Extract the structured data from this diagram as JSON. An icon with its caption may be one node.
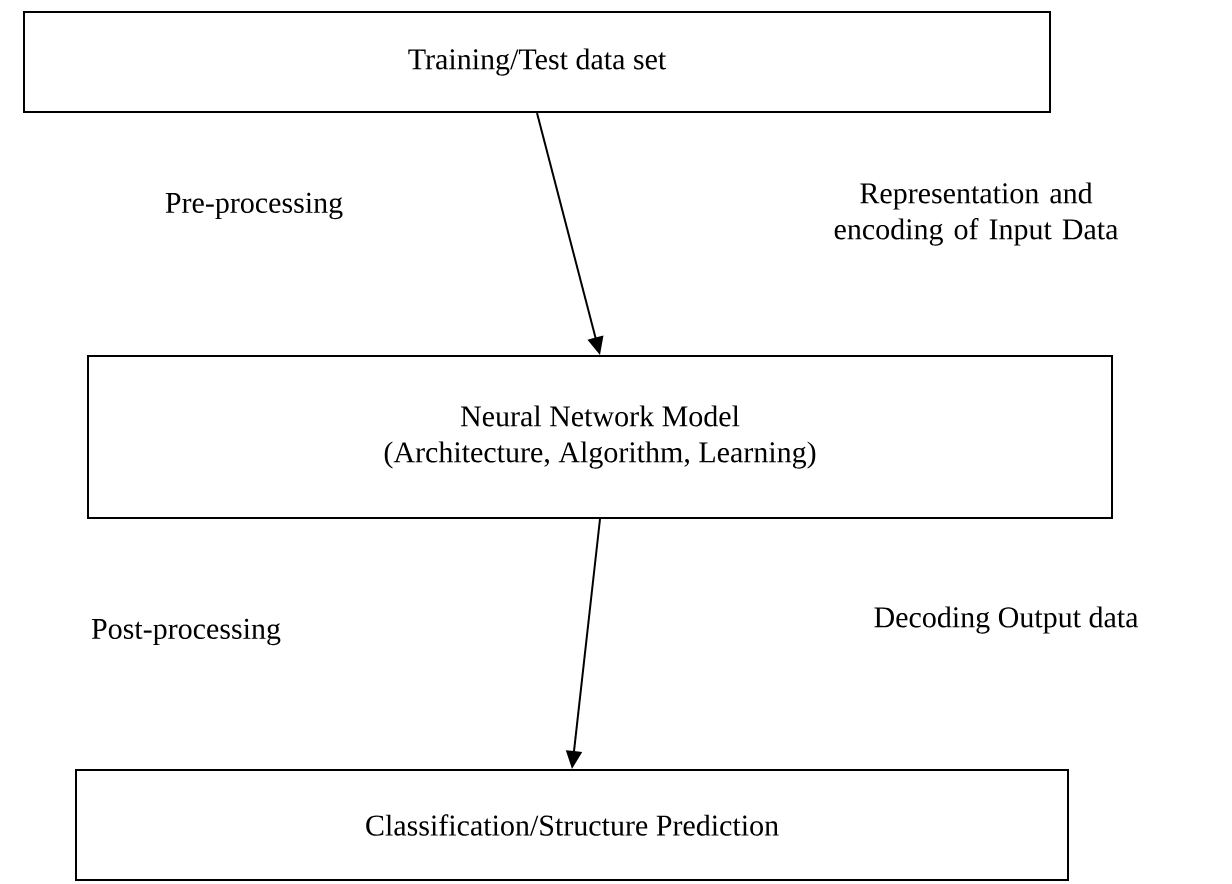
{
  "diagram": {
    "nodes": [
      {
        "text": [
          "Training/Test data set"
        ]
      },
      {
        "text": [
          "Neural Network Model",
          "(Architecture, Algorithm, Learning)"
        ]
      },
      {
        "text": [
          "Classification/Structure Prediction"
        ]
      }
    ],
    "edges": [
      {
        "from": 0,
        "to": 1,
        "arrow": "to"
      },
      {
        "from": 1,
        "to": 2,
        "arrow": "to"
      }
    ],
    "labels": [
      "Pre-processing",
      "Representation and encoding of Input Data",
      "Post-processing",
      "Decoding Output data"
    ]
  }
}
